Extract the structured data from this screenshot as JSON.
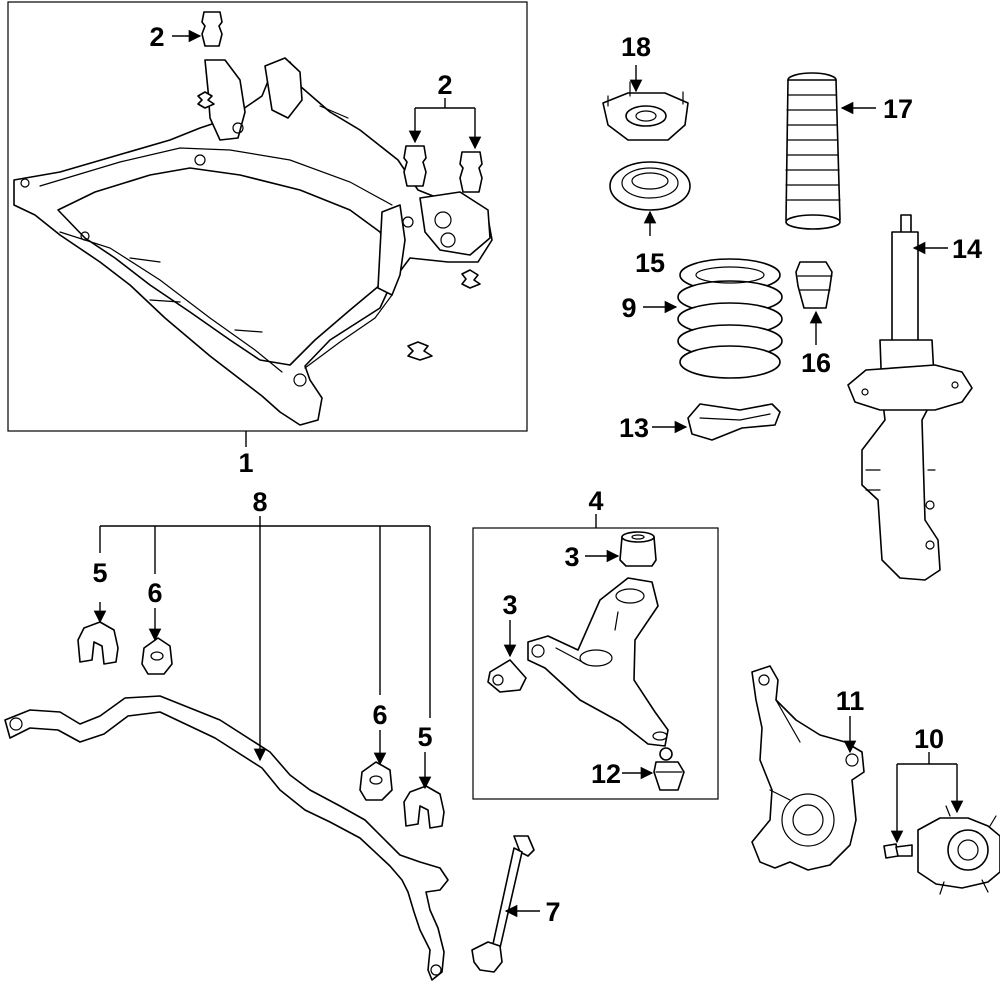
{
  "callouts": {
    "c1": "1",
    "c2a": "2",
    "c2b": "2",
    "c3a": "3",
    "c3b": "3",
    "c4": "4",
    "c5a": "5",
    "c5b": "5",
    "c6a": "6",
    "c6b": "6",
    "c7": "7",
    "c8": "8",
    "c9": "9",
    "c10": "10",
    "c11": "11",
    "c12": "12",
    "c13": "13",
    "c14": "14",
    "c15": "15",
    "c16": "16",
    "c17": "17",
    "c18": "18"
  }
}
